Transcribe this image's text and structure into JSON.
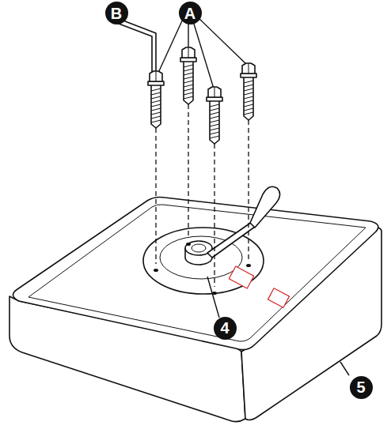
{
  "diagram": {
    "nodes": [
      {
        "text": [
          "B"
        ]
      },
      {
        "text": [
          "A"
        ]
      },
      {
        "text": [
          "4"
        ]
      },
      {
        "text": [
          "5"
        ]
      }
    ]
  }
}
